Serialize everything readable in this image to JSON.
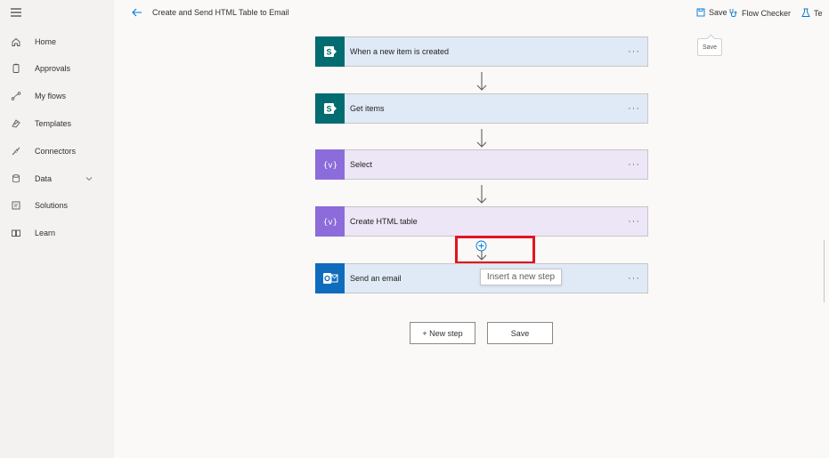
{
  "sidebar": {
    "items": [
      {
        "label": "Home",
        "icon": "home-icon"
      },
      {
        "label": "Approvals",
        "icon": "approvals-icon"
      },
      {
        "label": "My flows",
        "icon": "flows-icon"
      },
      {
        "label": "Templates",
        "icon": "templates-icon"
      },
      {
        "label": "Connectors",
        "icon": "connectors-icon"
      },
      {
        "label": "Data",
        "icon": "data-icon"
      },
      {
        "label": "Solutions",
        "icon": "solutions-icon"
      },
      {
        "label": "Learn",
        "icon": "learn-icon"
      }
    ]
  },
  "header": {
    "title": "Create and Send HTML Table to Email",
    "save_label": "Save",
    "flow_checker_label": "Flow Checker",
    "test_label": "Te"
  },
  "tooltips": {
    "save": "Save",
    "insert_step": "Insert a new step"
  },
  "flow": {
    "steps": [
      {
        "title": "When a new item is created",
        "type": "sharepoint",
        "menu": "···"
      },
      {
        "title": "Get items",
        "type": "sharepoint",
        "menu": "···"
      },
      {
        "title": "Select",
        "type": "data-operation",
        "menu": "···"
      },
      {
        "title": "Create HTML table",
        "type": "data-operation",
        "menu": "···"
      },
      {
        "title": "Send an email",
        "type": "outlook",
        "menu": "···"
      }
    ],
    "new_step_label": "+ New step",
    "save_label": "Save"
  },
  "colors": {
    "accent": "#0078d4",
    "sharepoint": "#036c70",
    "data_operation": "#8c6cdb",
    "outlook": "#0f6cbd",
    "highlight": "#e3141e"
  }
}
